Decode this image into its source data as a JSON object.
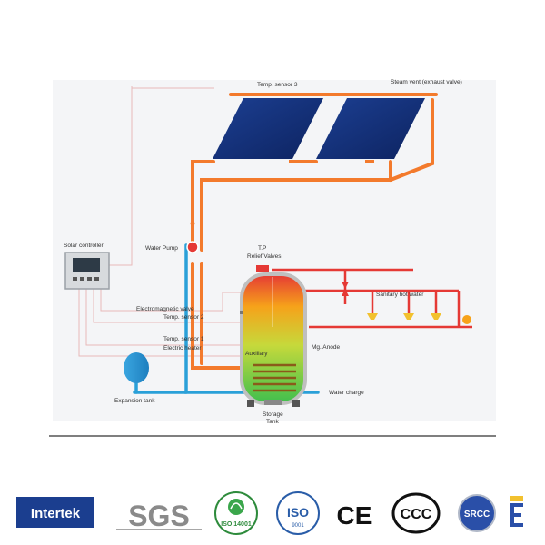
{
  "diagram": {
    "labels": {
      "temp_sensor_3": "Temp. sensor 3",
      "steam_vent": "Steam vent (exhaust valve)",
      "solar_controller": "Solar controller",
      "water_pump": "Water Pump",
      "tp": "T.P",
      "relief_valves": "Relief Valves",
      "sanitary_hot_water": "Sanitary hot water",
      "electromagnetic_valve": "Electromagnetic valve",
      "temp_sensor_2": "Temp. sensor 2",
      "temp_sensor_1": "Temp. sensor 1",
      "electric_heater": "Electric heater",
      "mg_anode": "Mg. Anode",
      "expansion_tank": "Expansion tank",
      "water_charge": "Water charge",
      "storage": "Storage",
      "tank": "Tank",
      "auxiliary": "Auxiliary"
    },
    "colors": {
      "hot_pipe": "#f37a2c",
      "cold_pipe": "#2aa0d8",
      "red_pipe": "#e53935",
      "panel": "#14327a",
      "sensor_wire": "#e8b9b9"
    }
  },
  "certifications": {
    "intertek": "Intertek",
    "sgs": "SGS",
    "iso14001_logo": "ISO 14001",
    "iso9001_logo": "ISO",
    "iso9001_sub": "9001",
    "ce": "CE",
    "ccc": "CCC",
    "srcc": "SRCC"
  }
}
